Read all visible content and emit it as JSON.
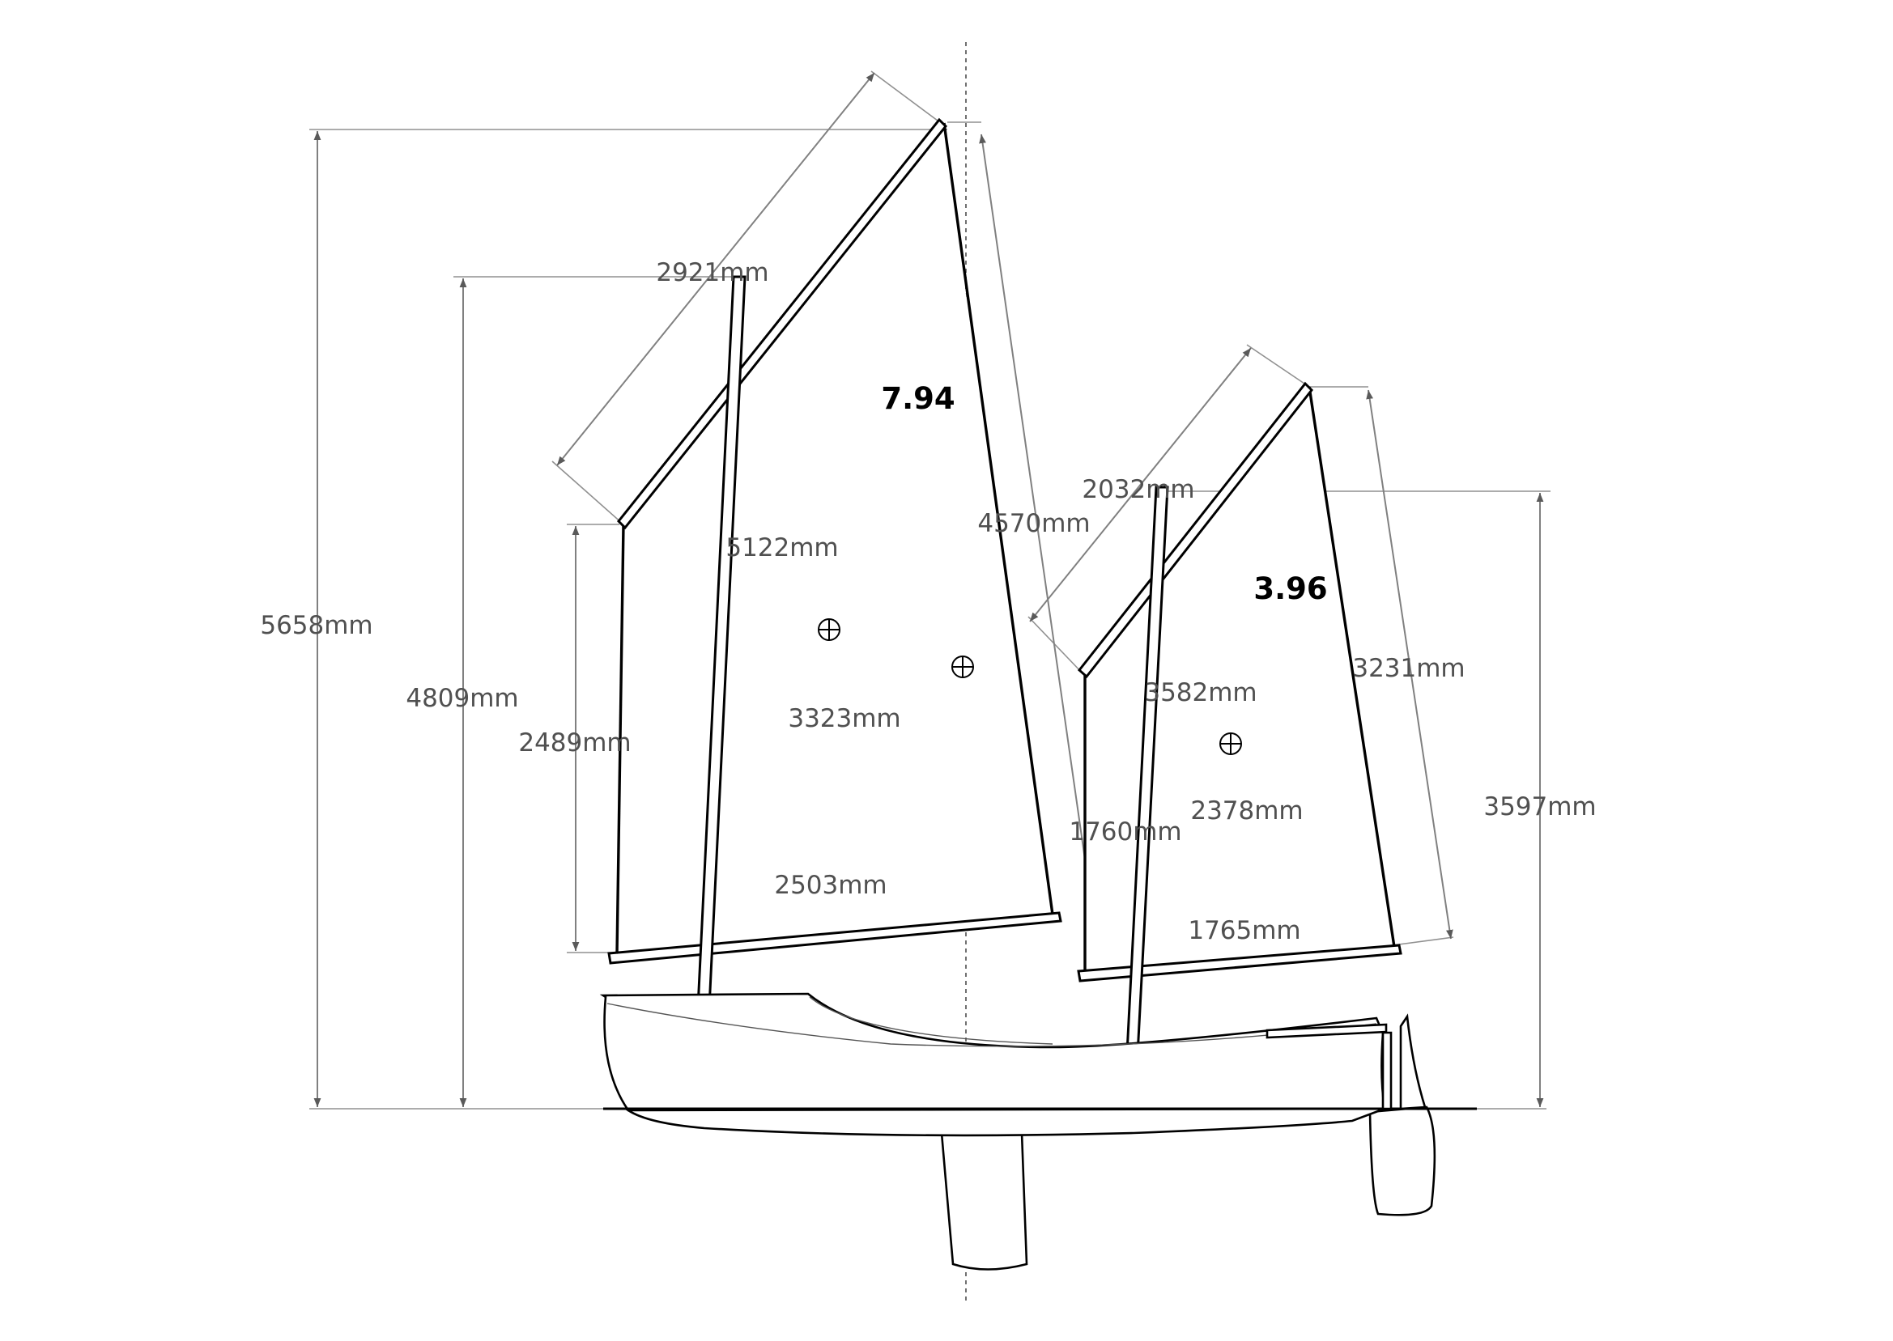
{
  "labels": {
    "main_luff_height": "5658mm",
    "main_mast_height": "4809mm",
    "main_leech_height": "2489mm",
    "main_gaff": "2921mm",
    "main_diag_tack_peak": "5122mm",
    "main_diag_throat_clew": "3323mm",
    "main_foot": "2503mm",
    "main_leech": "4570mm",
    "mizzen_gaff": "2032mm",
    "mizzen_diag_throat_clew": "3582mm",
    "mizzen_diag_tack_peak": "2378mm",
    "mizzen_luff": "1760mm",
    "mizzen_foot": "1765mm",
    "mizzen_leech": "3231mm",
    "mizzen_mast_height": "3597mm"
  },
  "sail_areas": {
    "main": "7.94",
    "mizzen": "3.96"
  },
  "colors": {
    "line": "#000000",
    "dimension": "#808080",
    "text": "#505050",
    "background": "#ffffff"
  }
}
